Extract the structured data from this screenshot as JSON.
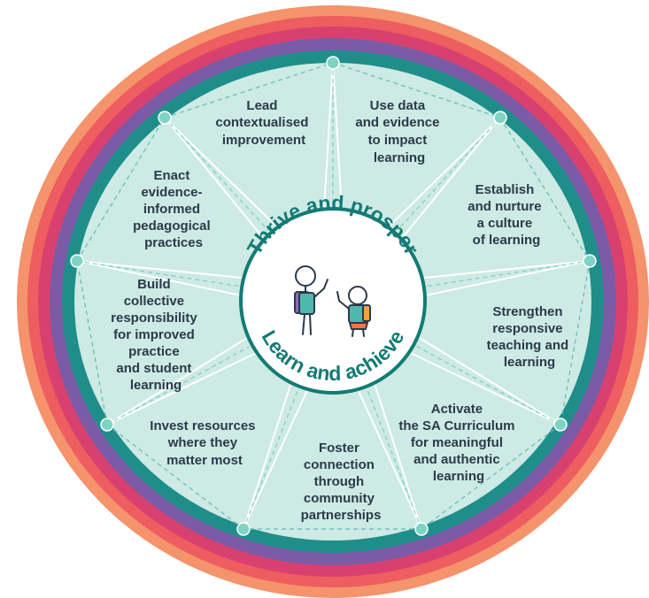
{
  "diagram": {
    "center": {
      "top_text": "Thrive and prosper",
      "bottom_text": "Learn and achieve",
      "illustration": "two-children-with-backpacks"
    },
    "segments": [
      {
        "lines": [
          "Lead",
          "contextualised",
          "improvement"
        ]
      },
      {
        "lines": [
          "Use data",
          "and evidence",
          "to impact",
          "learning"
        ]
      },
      {
        "lines": [
          "Establish",
          "and nurture",
          "a culture",
          "of learning"
        ]
      },
      {
        "lines": [
          "Strengthen",
          "responsive",
          "teaching and",
          "learning"
        ]
      },
      {
        "lines": [
          "Activate",
          "the SA Curriculum",
          "for meaningful",
          "and authentic",
          "learning"
        ]
      },
      {
        "lines": [
          "Foster",
          "connection",
          "through",
          "community",
          "partnerships"
        ]
      },
      {
        "lines": [
          "Invest resources",
          "where they",
          "matter most"
        ]
      },
      {
        "lines": [
          "Build",
          "collective",
          "responsibility",
          "for improved",
          "practice",
          "and student",
          "learning"
        ]
      },
      {
        "lines": [
          "Enact",
          "evidence-",
          "informed",
          "pedagogical",
          "practices"
        ]
      }
    ],
    "colors": {
      "ring_outer": "#f4936c",
      "ring_2": "#ee5d5f",
      "ring_3": "#d8416f",
      "ring_4": "#7b5ba6",
      "ring_inner": "#1f8e8a",
      "disc": "#cdeae4",
      "node": "#7fd3c4",
      "center": "#ffffff",
      "text": "#2b3a4a",
      "center_text": "#147b74"
    }
  }
}
